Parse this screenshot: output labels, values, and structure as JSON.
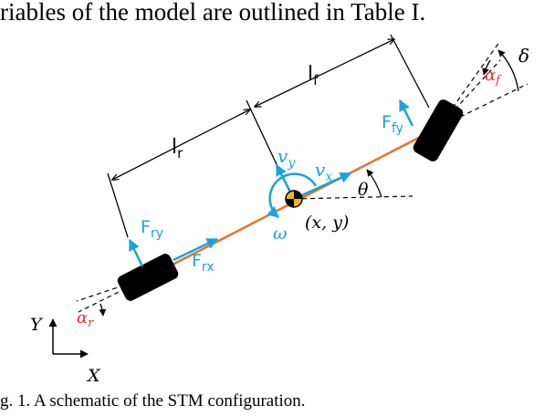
{
  "text": {
    "top_line": "riables of the model are outlined in Table I.",
    "caption": "g. 1.   A schematic of the STM configuration."
  },
  "figure": {
    "labels": {
      "lf": "l",
      "lf_sub": "f",
      "lr": "l",
      "lr_sub": "r",
      "vy": "v",
      "vy_sub": "y",
      "vx": "v",
      "vx_sub": "x",
      "xy": "(x, y)",
      "theta": "θ",
      "omega": "ω",
      "delta": "δ",
      "alpha_f": "α",
      "alpha_f_sub": "f",
      "alpha_r": "α",
      "alpha_r_sub": "r",
      "ffy": "F",
      "ffy_sub": "fy",
      "fry": "F",
      "fry_sub": "ry",
      "frx": "F",
      "frx_sub": "rx",
      "axis_y": "Y",
      "axis_x": "X"
    },
    "colors": {
      "body_line": "#e8742a",
      "vector_blue": "#19a2e0",
      "slip_red": "#e8322d",
      "cg_yellow": "#f2b41b",
      "wheel": "#000000"
    }
  }
}
